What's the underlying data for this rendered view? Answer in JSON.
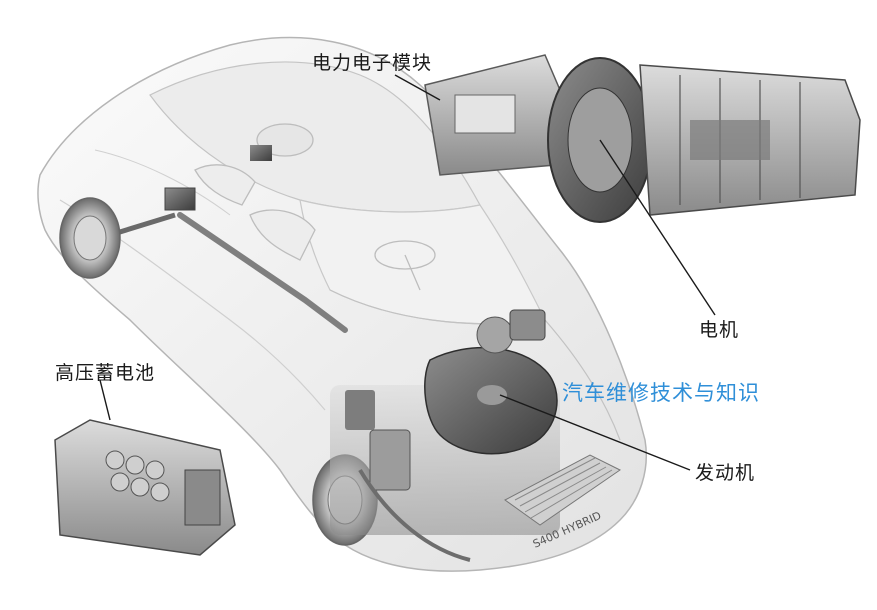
{
  "labels": {
    "power_electronics": "电力电子模块",
    "motor": "电机",
    "battery": "高压蓄电池",
    "engine": "发动机"
  },
  "watermark": "汽车维修技术与知识",
  "badge": "S400 HYBRID",
  "colors": {
    "watermark": "#2f8fd8",
    "line": "#1a1a1a",
    "body": "#f4f4f4",
    "component": "#9a9a9a"
  }
}
